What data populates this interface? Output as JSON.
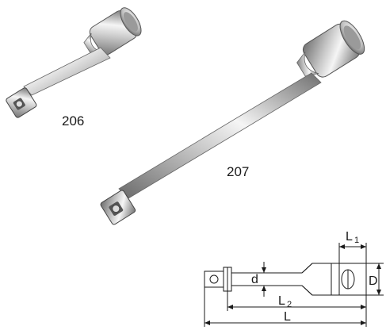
{
  "labels": {
    "short_extension": "206",
    "long_extension": "207"
  },
  "dimensions": {
    "L": "L",
    "L1_main": "L",
    "L1_sub": "1",
    "L2_main": "L",
    "L2_sub": "2",
    "d": "d",
    "D": "D"
  },
  "colors": {
    "background": "#ffffff",
    "line": "#1a1a1a",
    "chrome_highlight": "#f4f4f4",
    "chrome_mid": "#b9b9b9",
    "chrome_shadow": "#6b6b6b"
  }
}
